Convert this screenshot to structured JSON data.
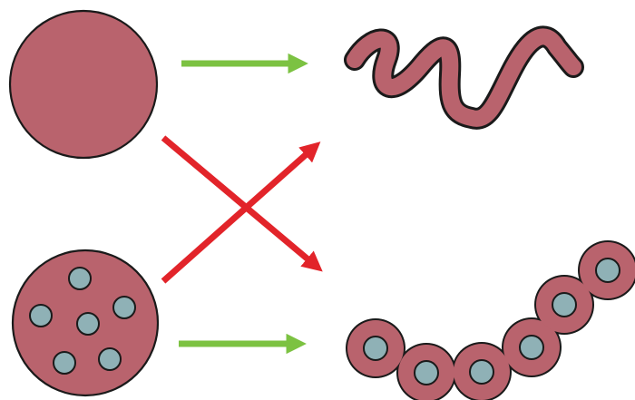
{
  "colors": {
    "body_fill": "#b9636d",
    "outline": "#1a1a1a",
    "particle_fill": "#8fb1b6",
    "arrow_green": "#7cc242",
    "arrow_red": "#e2242a",
    "background": "#ffffff"
  },
  "elements": {
    "top_left": "plain-sphere",
    "bottom_left": "sphere-with-particles",
    "top_right": "plain-wavy-chain",
    "bottom_right": "beaded-chain-with-particles"
  },
  "arrows": [
    {
      "name": "arrow-plain-sphere-to-plain-chain",
      "color": "green",
      "direction": "right"
    },
    {
      "name": "arrow-particle-sphere-to-beaded-chain",
      "color": "green",
      "direction": "right"
    },
    {
      "name": "arrow-plain-sphere-to-beaded-chain",
      "color": "red",
      "direction": "down-right"
    },
    {
      "name": "arrow-particle-sphere-to-plain-chain",
      "color": "red",
      "direction": "up-right"
    }
  ]
}
